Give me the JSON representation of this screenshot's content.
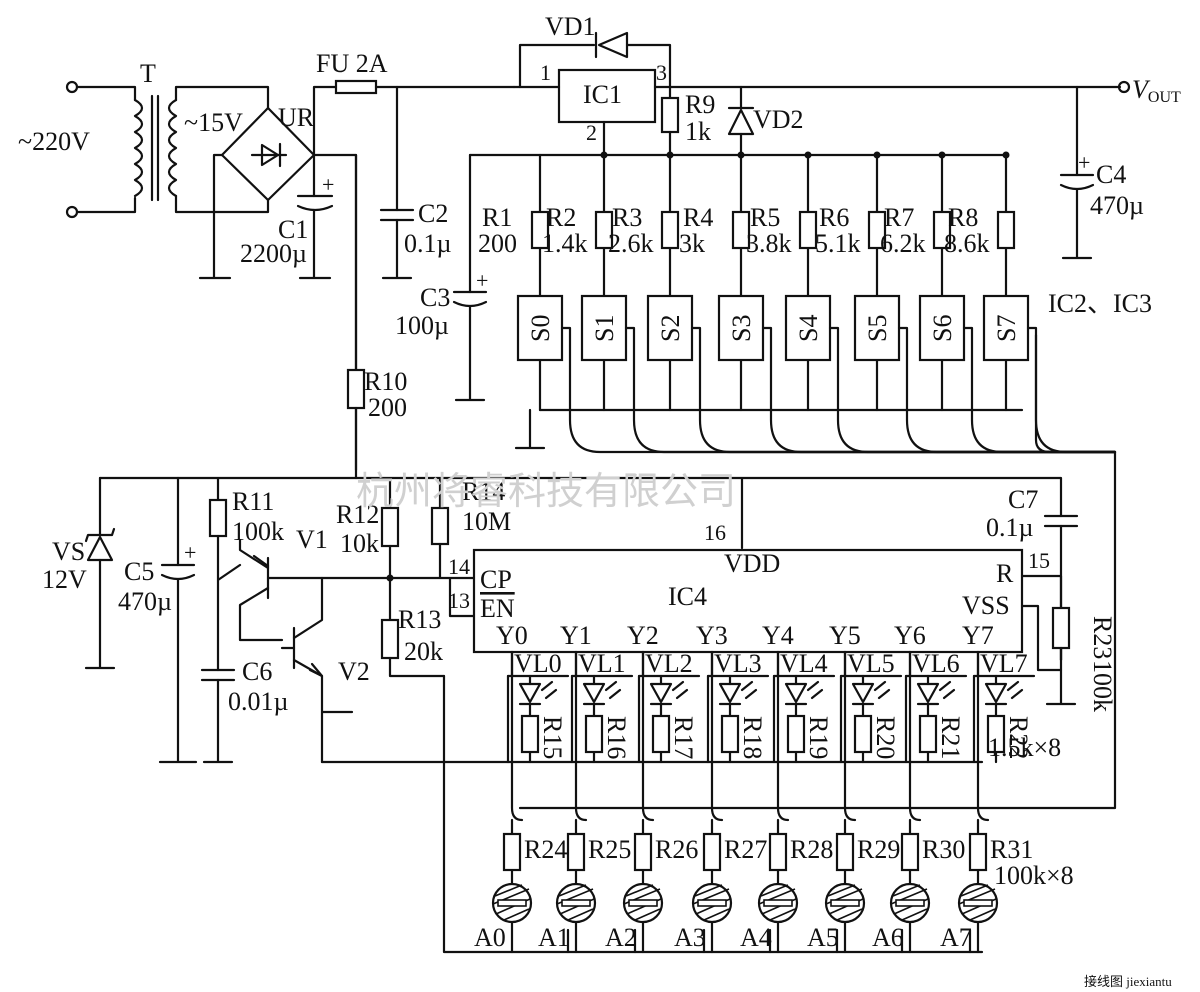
{
  "input": {
    "label": "~220V"
  },
  "transformer": {
    "ref": "T",
    "secondary": "~15V"
  },
  "rectifier": {
    "ref": "UR"
  },
  "fuse": {
    "label": "FU 2A"
  },
  "c1": {
    "ref": "C1",
    "value": "2200µ"
  },
  "c2": {
    "ref": "C2",
    "value": "0.1µ"
  },
  "c3": {
    "ref": "C3",
    "value": "100µ"
  },
  "c4": {
    "ref": "C4",
    "value": "470µ"
  },
  "c5": {
    "ref": "C5",
    "value": "470µ"
  },
  "c6": {
    "ref": "C6",
    "value": "0.01µ"
  },
  "c7": {
    "ref": "C7",
    "value": "0.1µ"
  },
  "ic1": {
    "ref": "IC1",
    "pin1": "1",
    "pin2": "2",
    "pin3": "3"
  },
  "vd1": {
    "ref": "VD1"
  },
  "vd2": {
    "ref": "VD2"
  },
  "r9": {
    "ref": "R9",
    "value": "1k"
  },
  "vout": {
    "label": "V",
    "sub": "OUT"
  },
  "divider": [
    {
      "ref": "R1",
      "value": "200"
    },
    {
      "ref": "R2",
      "value": "1.4k"
    },
    {
      "ref": "R3",
      "value": "2.6k"
    },
    {
      "ref": "R4",
      "value": "3k"
    },
    {
      "ref": "R5",
      "value": "3.8k"
    },
    {
      "ref": "R6",
      "value": "5.1k"
    },
    {
      "ref": "R7",
      "value": "6.2k"
    },
    {
      "ref": "R8",
      "value": "8.6k"
    }
  ],
  "switches": [
    "S0",
    "S1",
    "S2",
    "S3",
    "S4",
    "S5",
    "S6",
    "S7"
  ],
  "switch_ic_label": "IC2、IC3",
  "r10": {
    "ref": "R10",
    "value": "200"
  },
  "vs": {
    "ref": "VS",
    "value": "12V"
  },
  "r11": {
    "ref": "R11",
    "value": "100k"
  },
  "v1": {
    "ref": "V1"
  },
  "v2": {
    "ref": "V2"
  },
  "r12": {
    "ref": "R12",
    "value": "10k"
  },
  "r13": {
    "ref": "R13",
    "value": "20k"
  },
  "r14": {
    "ref": "R14",
    "value": "10M"
  },
  "r23": {
    "ref": "R23",
    "value": "100k"
  },
  "ic4": {
    "ref": "IC4",
    "vdd": "VDD",
    "vss": "VSS",
    "r": "R",
    "cp": "CP",
    "en": "EN",
    "pin16": "16",
    "pin14": "14",
    "pin13": "13",
    "pin15": "15",
    "outputs": [
      "Y0",
      "Y1",
      "Y2",
      "Y3",
      "Y4",
      "Y5",
      "Y6",
      "Y7"
    ]
  },
  "leds": [
    "VL0",
    "VL1",
    "VL2",
    "VL3",
    "VL4",
    "VL5",
    "VL6",
    "VL7"
  ],
  "led_resistors": [
    "R15",
    "R16",
    "R17",
    "R18",
    "R19",
    "R20",
    "R21",
    "R22"
  ],
  "led_resistor_note": "1.5k×8",
  "key_resistors": [
    "R24",
    "R25",
    "R26",
    "R27",
    "R28",
    "R29",
    "R30",
    "R31"
  ],
  "key_resistor_note": "100k×8",
  "keys": [
    "A0",
    "A1",
    "A2",
    "A3",
    "A4",
    "A5",
    "A6",
    "A7"
  ],
  "watermark": "杭州将睿科技有限公司",
  "corner_logo": "接线图 jiexiantu"
}
